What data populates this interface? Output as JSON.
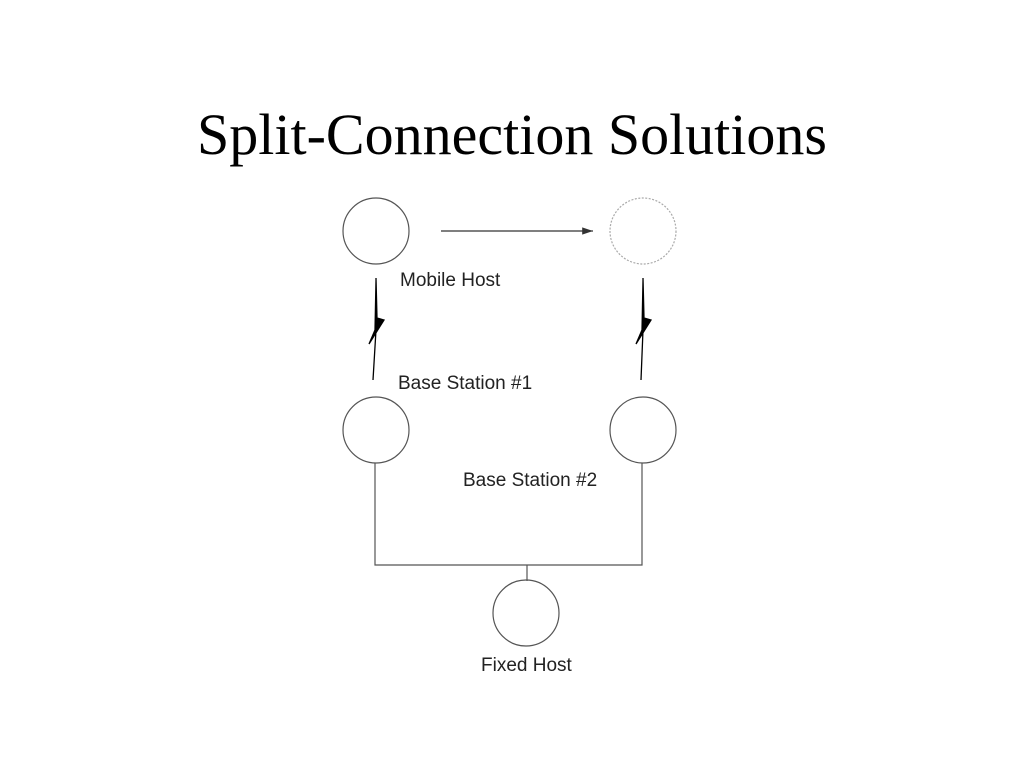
{
  "slide": {
    "title": "Split-Connection Solutions"
  },
  "diagram": {
    "labels": {
      "mobile_host": "Mobile Host",
      "base_station_1": "Base Station #1",
      "base_station_2": "Base Station #2",
      "fixed_host": "Fixed Host"
    },
    "colors": {
      "stroke": "#555555",
      "faded_stroke": "#aaaaaa",
      "text": "#222222",
      "background": "#ffffff"
    }
  }
}
